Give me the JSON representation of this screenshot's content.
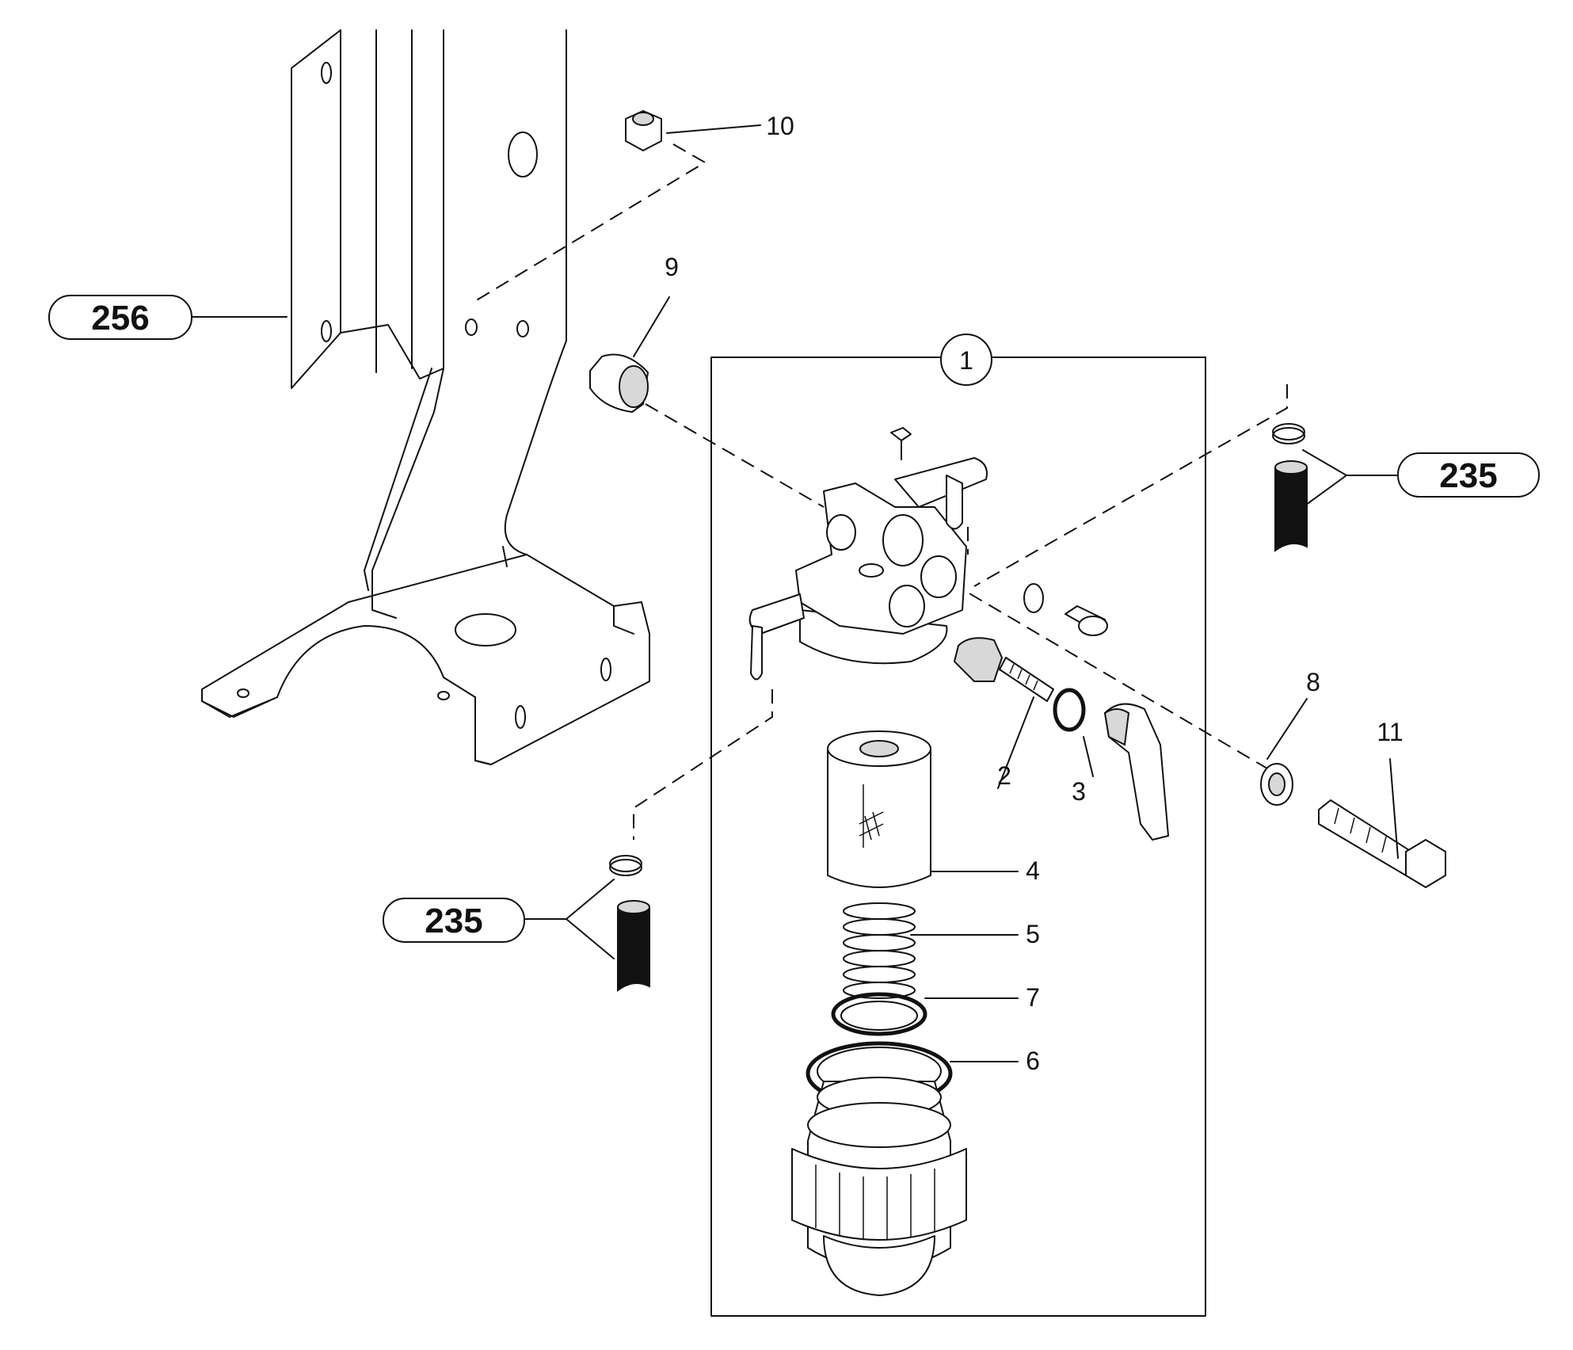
{
  "diagram": {
    "callouts": {
      "c1": "1",
      "c2": "2",
      "c3": "3",
      "c4": "4",
      "c5": "5",
      "c6": "6",
      "c7": "7",
      "c8": "8",
      "c9": "9",
      "c10": "10",
      "c11": "11"
    },
    "references": {
      "bracket": "256",
      "hose_right": "235",
      "hose_left": "235"
    }
  }
}
